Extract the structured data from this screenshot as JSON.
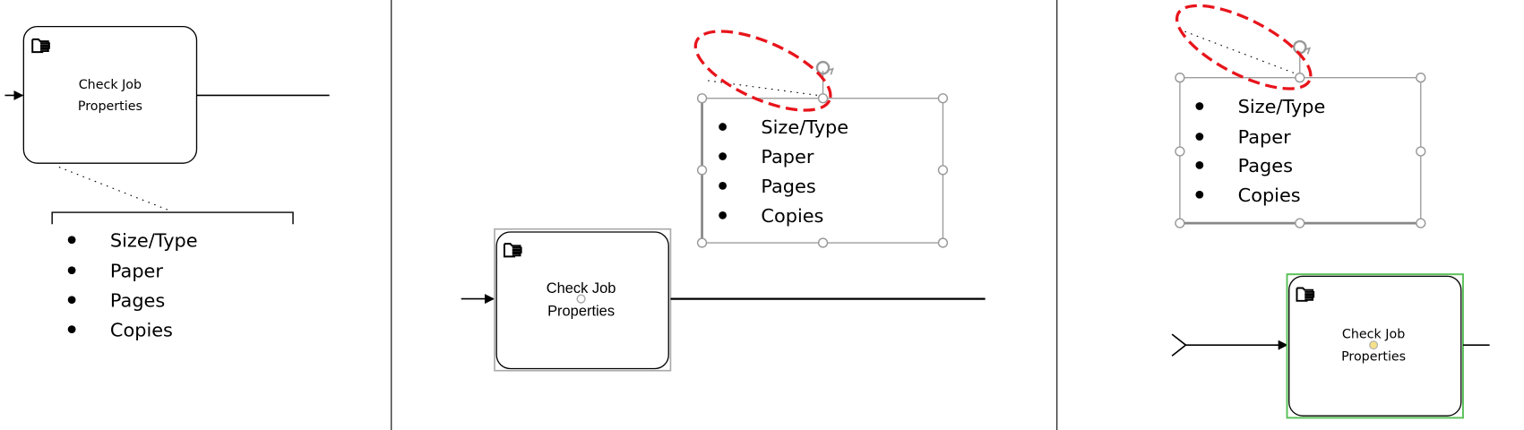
{
  "task": {
    "line1": "Check Job",
    "line2": "Properties",
    "icon": "manual-task-hand-icon"
  },
  "annotation_items": [
    "Size/Type",
    "Paper",
    "Pages",
    "Copies"
  ],
  "colors": {
    "highlight": "#e8141b",
    "selection": "#999999",
    "selected_task": "#5cc15a",
    "center_dot": "#f5e08a"
  }
}
